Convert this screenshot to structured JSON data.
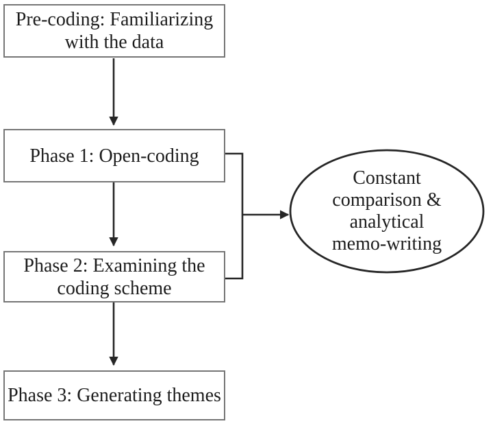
{
  "nodes": {
    "pre_coding": {
      "lines": [
        "Pre-coding: Familiarizing",
        "with the data"
      ]
    },
    "phase1": {
      "lines": [
        "Phase 1: Open-coding"
      ]
    },
    "phase2": {
      "lines": [
        "Phase 2: Examining the",
        "coding scheme"
      ]
    },
    "phase3": {
      "lines": [
        "Phase 3: Generating themes"
      ]
    },
    "ellipse": {
      "lines": [
        "Constant",
        "comparison &",
        "analytical",
        "memo-writing"
      ]
    }
  },
  "colors": {
    "bg": "#ffffff",
    "box_border": "#757575",
    "line": "#262626",
    "text": "#1c1c1c"
  }
}
